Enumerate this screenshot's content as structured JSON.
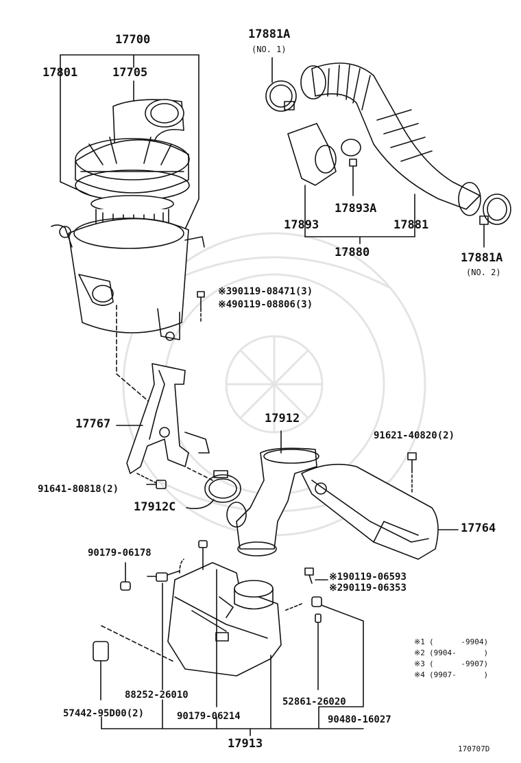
{
  "colors": {
    "line": "#111111",
    "background": "#ffffff",
    "watermark": "#e6e6e6"
  },
  "labels": {
    "p17700": "17700",
    "p17801": "17801",
    "p17705": "17705",
    "p17881a_1": "17881A",
    "p17881a_1_note": "(NO. 1)",
    "p17893a": "17893A",
    "p17893": "17893",
    "p17881": "17881",
    "p17880": "17880",
    "p17881a_2": "17881A",
    "p17881a_2_note": "(NO. 2)",
    "bolt_3": "※390119-08471(3)",
    "bolt_4": "※490119-08806(3)",
    "p17767": "17767",
    "p17912": "17912",
    "p91621": "91621-40820(2)",
    "p91641": "91641-80818(2)",
    "p17912c": "17912C",
    "p17764": "17764",
    "p90179_06178": "90179-06178",
    "bolt_1": "※190119-06593",
    "bolt_2": "※290119-06353",
    "p88252": "88252-26010",
    "p52861": "52861-26020",
    "p57442": "57442-95D00(2)",
    "p90179_06214": "90179-06214",
    "p90480": "90480-16027",
    "p17913": "17913",
    "diagram_code": "170707D"
  },
  "legend": [
    {
      "mark": "※1",
      "range": "(      -9904)"
    },
    {
      "mark": "※2",
      "range": "(9904-      )"
    },
    {
      "mark": "※3",
      "range": "(      -9907)"
    },
    {
      "mark": "※4",
      "range": "(9907-      )"
    }
  ]
}
